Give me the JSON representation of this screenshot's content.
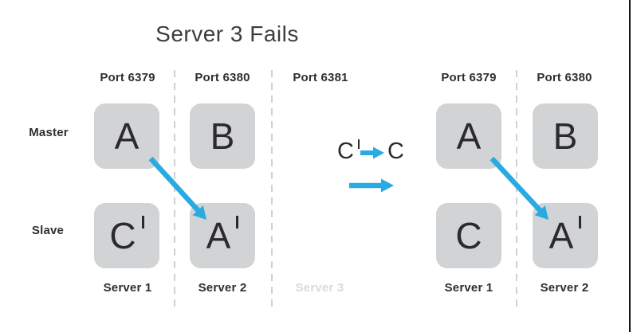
{
  "title": "Server 3 Fails",
  "colors": {
    "accent_blue": "#29abe2",
    "node_gray": "#d2d3d5",
    "failed_text_gray": "#d8dadc",
    "text_dark": "#2f2f30"
  },
  "left_panel": {
    "ports": [
      "Port 6379",
      "Port 6380",
      "Port 6381"
    ],
    "row_labels": {
      "master": "Master",
      "slave": "Slave"
    },
    "nodes": {
      "master": [
        "A",
        "B"
      ],
      "slave": [
        "C",
        "A"
      ]
    },
    "servers": [
      "Server 1",
      "Server 2",
      "Server 3"
    ],
    "failed_server": "Server 3"
  },
  "annotation": {
    "from": "C",
    "to": "C"
  },
  "right_panel": {
    "ports": [
      "Port 6379",
      "Port 6380"
    ],
    "nodes": {
      "master": [
        "A",
        "B"
      ],
      "slave": [
        "C",
        "A"
      ]
    },
    "servers": [
      "Server 1",
      "Server 2"
    ]
  }
}
